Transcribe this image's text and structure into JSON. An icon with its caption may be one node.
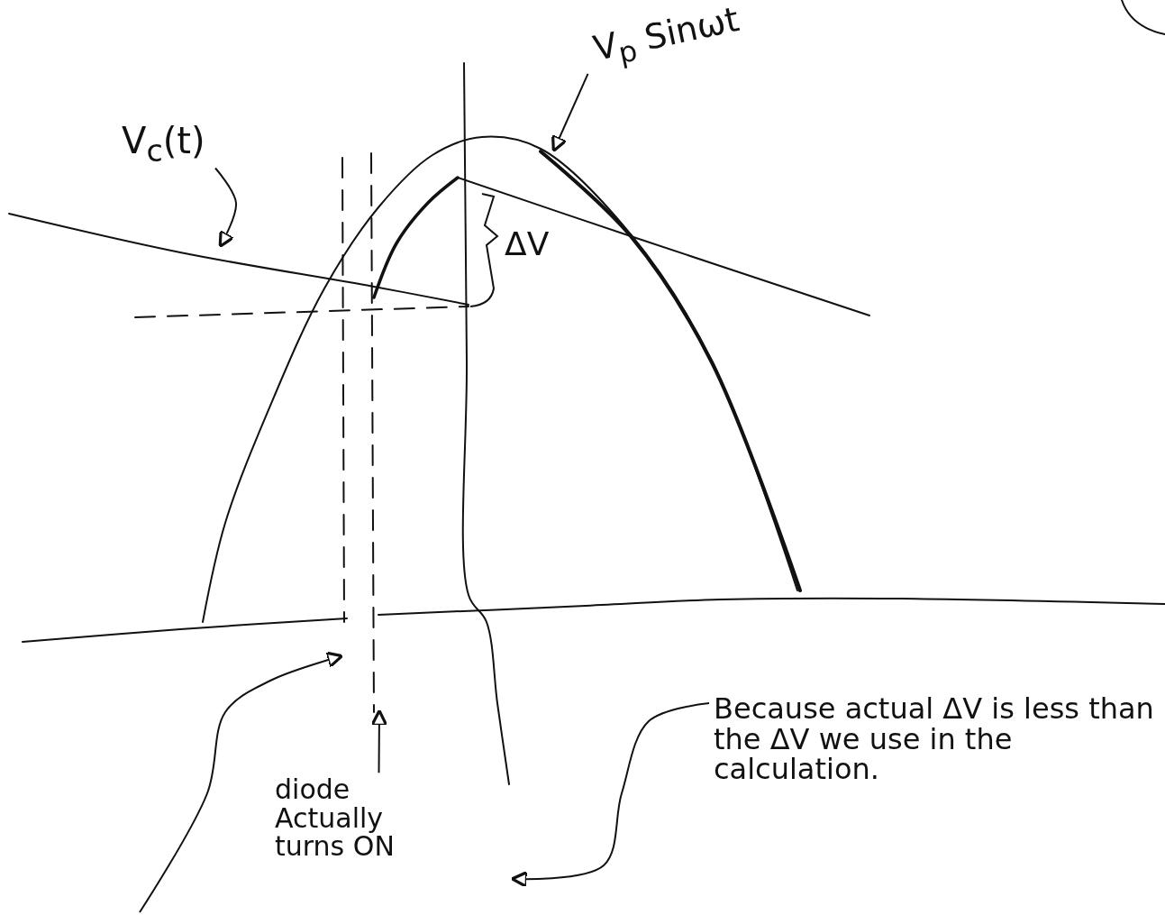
{
  "diagram": {
    "nodes": [
      {
        "text": [
          "V$_{c}$(t)"
        ]
      },
      {
        "text": [
          "V$_{p}$ Sinωt"
        ]
      },
      {
        "text": [
          "diode Actually turns ON"
        ]
      },
      {
        "text": [
          "Because actual ΔV is less than the ΔV we use in the calculation."
        ]
      }
    ],
    "edges": [
      {
        "from": 0,
        "to": null,
        "arrow": "to"
      },
      {
        "from": 1,
        "to": null,
        "arrow": "to"
      },
      {
        "from": 2,
        "to": null,
        "arrow": "to"
      },
      {
        "from": 3,
        "to": null,
        "arrow": "to"
      }
    ],
    "labels": [
      "ΔV"
    ]
  }
}
